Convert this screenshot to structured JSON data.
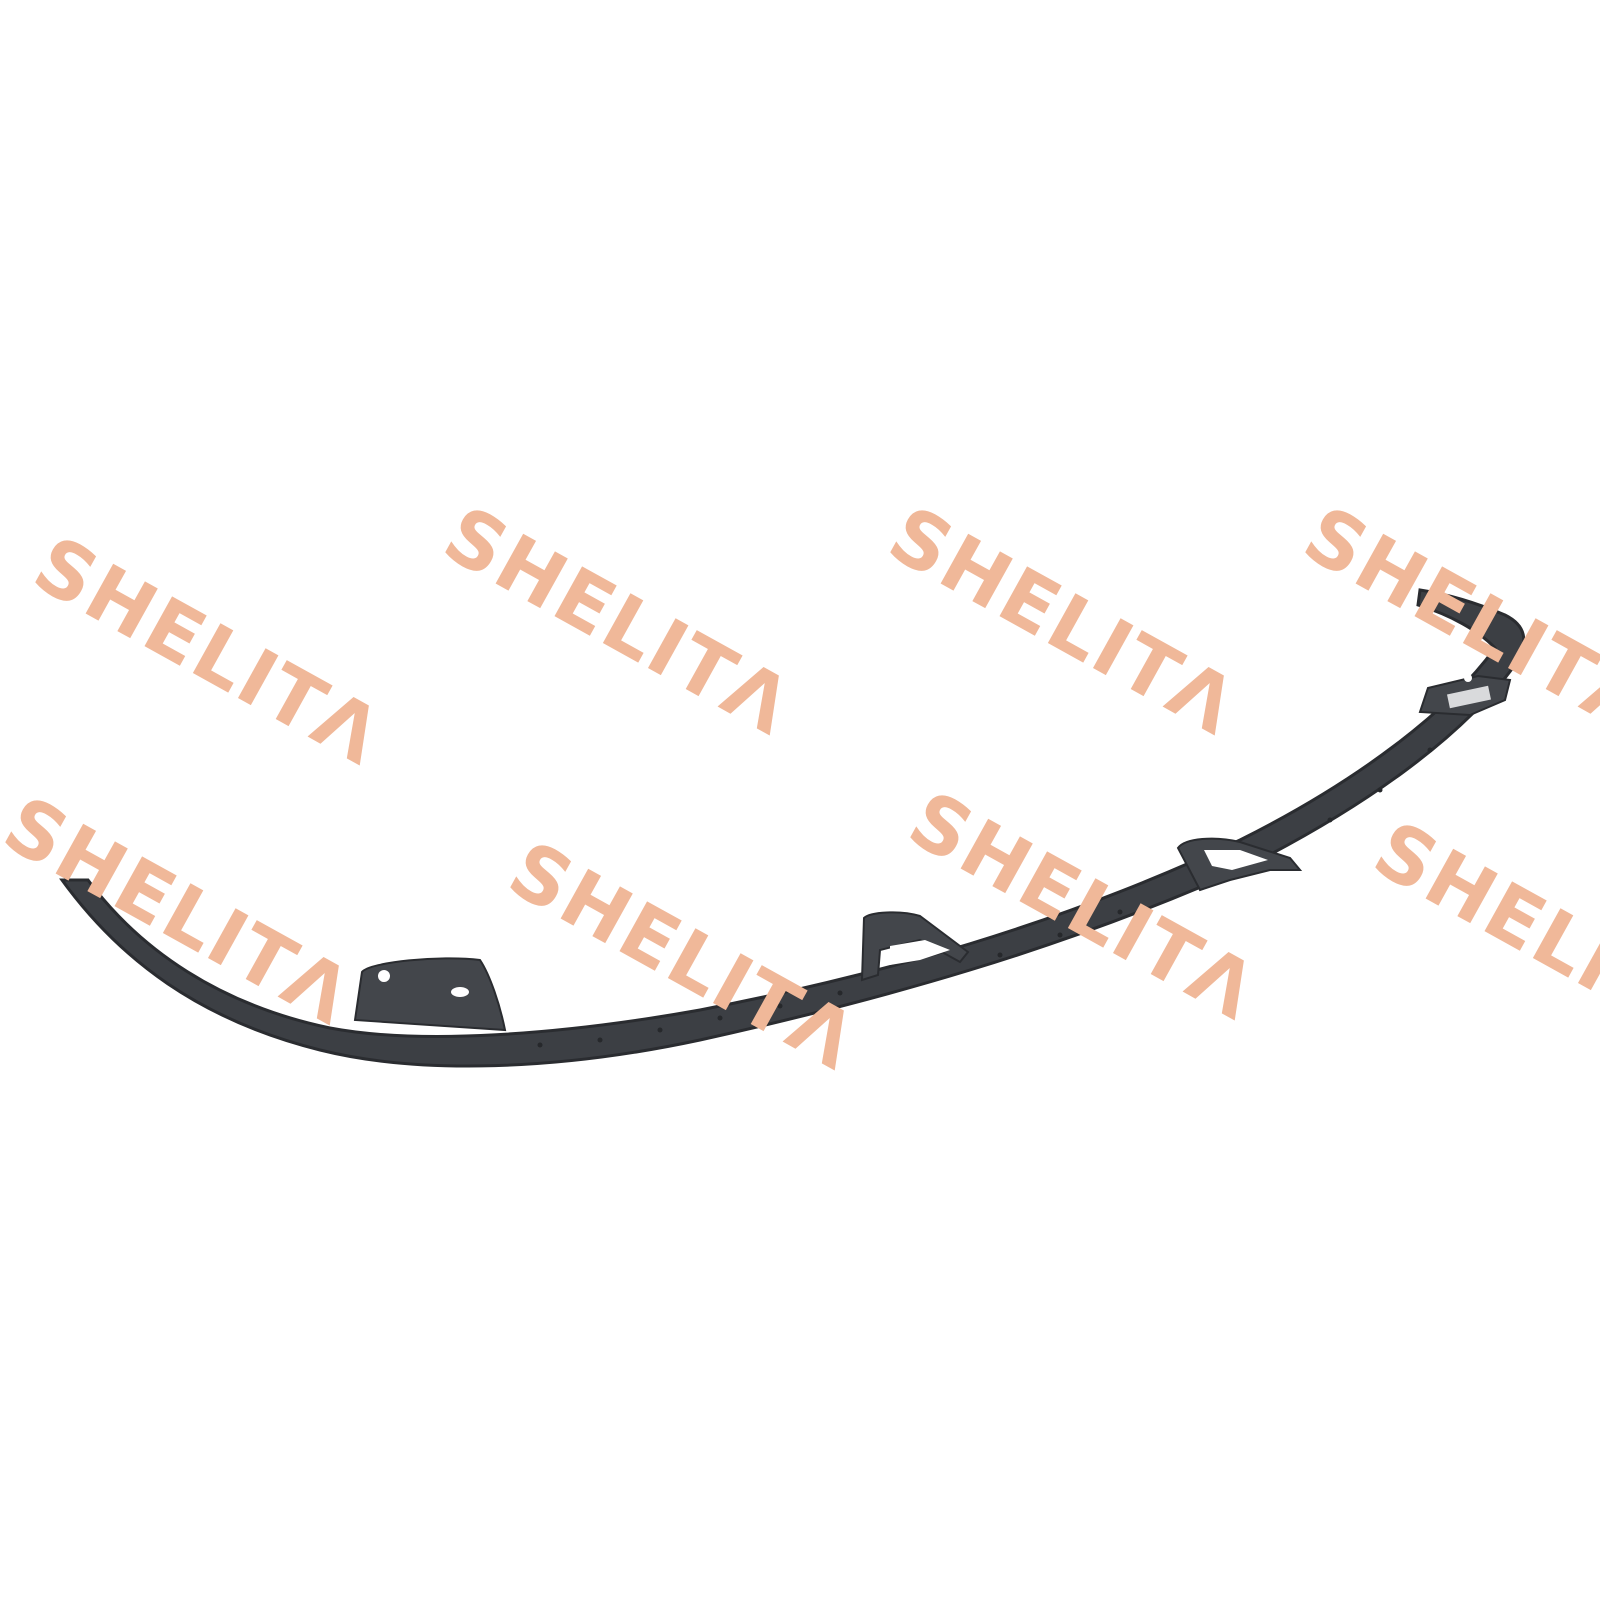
{
  "image": {
    "background": "#ffffff",
    "subject": "bumper-reinforcement-bracket",
    "part_color": "#3c3f44",
    "watermark": {
      "text": "SHELITΛ",
      "color": "#f0b899",
      "repeat_count": 8
    }
  }
}
